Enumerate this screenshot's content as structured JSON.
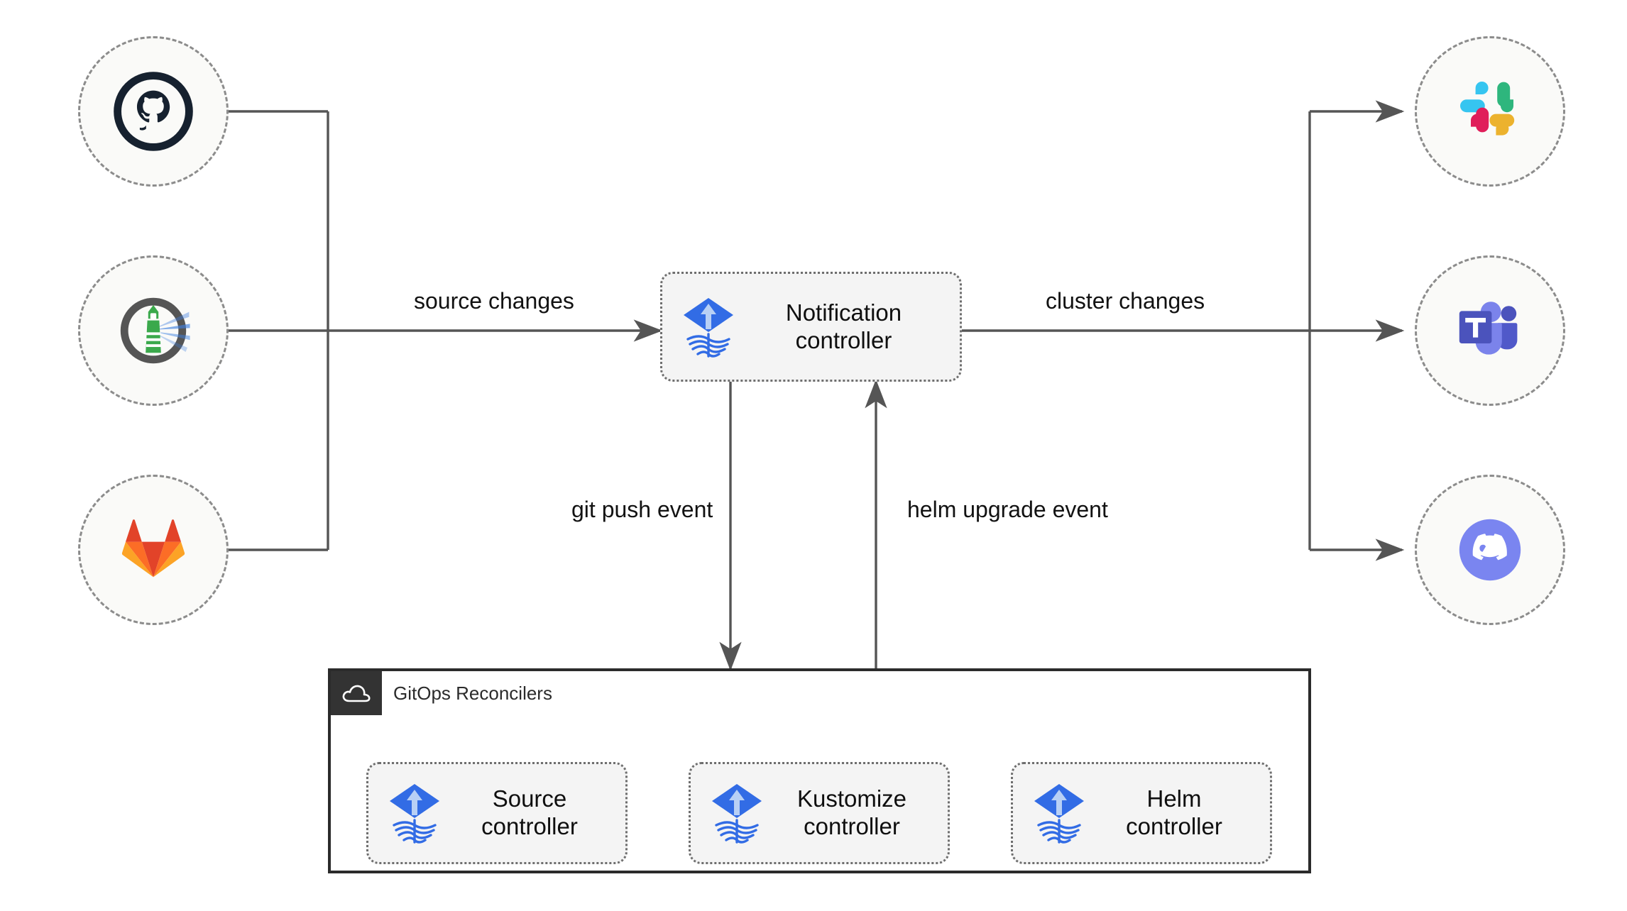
{
  "diagram": {
    "title": "Flux notification controller architecture",
    "background": "#ffffff",
    "line_color": "#555555"
  },
  "sources": [
    {
      "id": "github",
      "icon": "github-icon",
      "label": "GitHub",
      "color": "#16212f"
    },
    {
      "id": "flux-lighthouse",
      "icon": "flux-lighthouse-icon",
      "label": "Flux",
      "color": "#3ba94c"
    },
    {
      "id": "gitlab",
      "icon": "gitlab-icon",
      "label": "GitLab",
      "color": "#e24329"
    }
  ],
  "destinations": [
    {
      "id": "slack",
      "icon": "slack-icon",
      "label": "Slack",
      "color": "#36c5f0"
    },
    {
      "id": "teams",
      "icon": "microsoft-teams-icon",
      "label": "Microsoft Teams",
      "color": "#5059c9"
    },
    {
      "id": "discord",
      "icon": "discord-icon",
      "label": "Discord",
      "color": "#7a85f0"
    }
  ],
  "notification": {
    "icon": "flux-icon",
    "label": "Notification\ncontroller"
  },
  "container": {
    "icon": "cloud-icon",
    "title": "GitOps Reconcilers",
    "boxes": [
      {
        "id": "source-controller",
        "icon": "flux-icon",
        "label": "Source\ncontroller"
      },
      {
        "id": "kustomize-controller",
        "icon": "flux-icon",
        "label": "Kustomize\ncontroller"
      },
      {
        "id": "helm-controller",
        "icon": "flux-icon",
        "label": "Helm\ncontroller"
      }
    ]
  },
  "edges": [
    {
      "id": "source-changes",
      "label": "source changes",
      "from": "sources",
      "to": "notification"
    },
    {
      "id": "cluster-changes",
      "label": "cluster changes",
      "from": "notification",
      "to": "destinations"
    },
    {
      "id": "git-push-event",
      "label": "git push event",
      "from": "notification",
      "to": "source-controller"
    },
    {
      "id": "helm-upgrade-event",
      "label": "helm upgrade event",
      "from": "helm-controller",
      "to": "notification"
    }
  ],
  "colors": {
    "github": "#16212f",
    "gitlab_red": "#e24329",
    "gitlab_orange": "#fc6d26",
    "gitlab_light": "#fca326",
    "flux_blue": "#326ce5",
    "flux_arrow": "#b8d0f5",
    "lighthouse_green": "#3ba94c",
    "lighthouse_ring": "#555555",
    "slack_cyan": "#36c5f0",
    "slack_green": "#2eb67d",
    "slack_crimson": "#e01e5a",
    "slack_yellow": "#ecb22e",
    "teams_dark": "#4b53bc",
    "teams_mid": "#5b64c8",
    "teams_light": "#7b83eb",
    "discord_blurple": "#7a85f0",
    "line": "#555555",
    "node_fill": "#fafaf8",
    "box_fill": "#f4f4f4",
    "container_border": "#2b2b2b",
    "badge_fill": "#333333"
  }
}
